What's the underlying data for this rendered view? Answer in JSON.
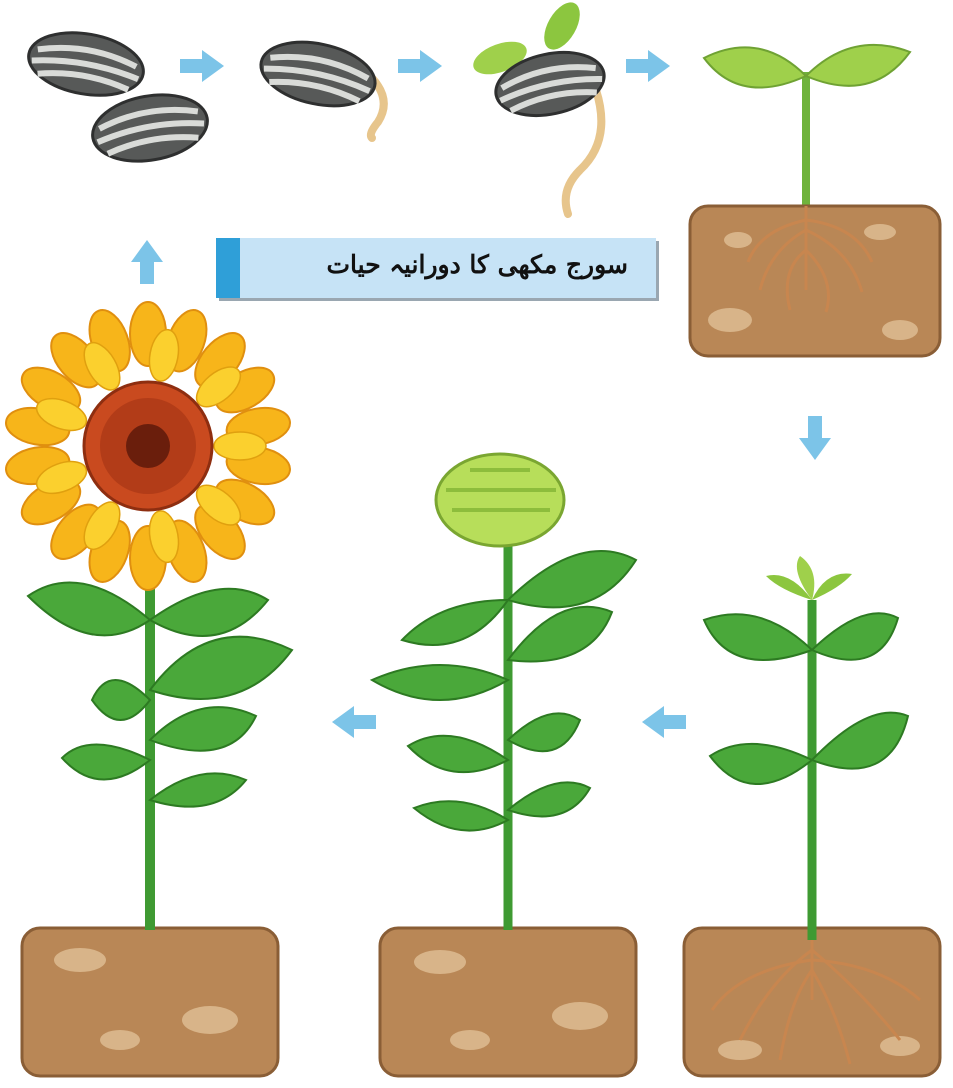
{
  "title": "سورج مکھی کا دورانیہ حیات",
  "colors": {
    "arrow": "#7cc4e8",
    "title_bg": "#c6e3f6",
    "title_strip": "#2f9fd8",
    "soil": "#b98756",
    "soil_spot": "#d8b489",
    "seed": "#5b5d5c",
    "stem": "#3f9a32",
    "leaf": "#4aa83a",
    "root": "#c8864f",
    "petal": "#f7b51a",
    "disk": "#c94a1f",
    "bud": "#b7de5a"
  },
  "stages": [
    {
      "name": "seeds"
    },
    {
      "name": "germinating-seed"
    },
    {
      "name": "sprouting-seed"
    },
    {
      "name": "seedling"
    },
    {
      "name": "young-plant"
    },
    {
      "name": "budding-plant"
    },
    {
      "name": "flowering-sunflower"
    }
  ]
}
